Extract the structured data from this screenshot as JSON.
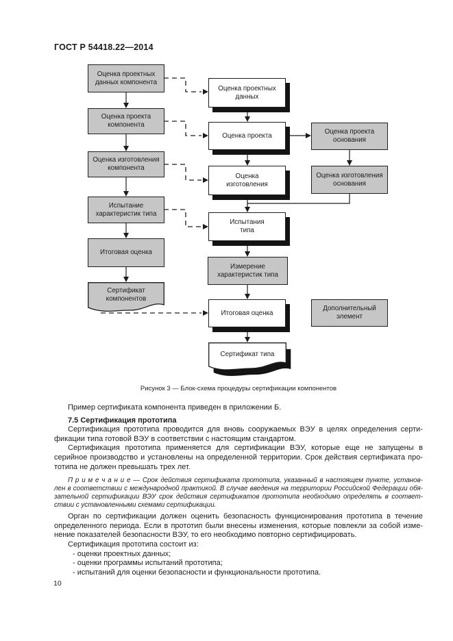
{
  "page": {
    "header": "ГОСТ Р 54418.22—2014",
    "page_number": "10"
  },
  "colors": {
    "box_fill_gray": "#c6c6c6",
    "box_fill_white": "#ffffff",
    "shadow_black": "#141414",
    "line_ink": "#1c1c1c"
  },
  "flow": {
    "l1": "Оценка проектных\nданных компонента",
    "l2": "Оценка проекта\nкомпонента",
    "l3": "Оценка изготовления\nкомпонента",
    "l4": "Испытание\nхарактеристик типа",
    "l5": "Итоговая оценка",
    "l6": "Сертификат\nкомпонентов",
    "m1": "Оценка проектных\nданных",
    "m2": "Оценка проекта",
    "m3": "Оценка\nизготовления",
    "m4": "Испытания\nтипа",
    "m5": "Измерение\nхарактеристик типа",
    "m6": "Итоговая оценка",
    "m7": "Сертификат типа",
    "r1": "Оценка проекта\nоснования",
    "r2": "Оценка изготовления\nоснования",
    "r3": "Дополнительный\nэлемент"
  },
  "figure": {
    "caption": "Рисунок 3 — Блок-схема процедуры сертификации компонентов"
  },
  "content": {
    "intro": "Пример сертификата компонента приведен в приложении Б.",
    "heading": "7.5 Сертификация прототипа",
    "p1": [
      "Сертификация прототипа проводится для вновь сооружаемых ВЭУ в целях определения серти-",
      "фикации типа готовой ВЭУ в соответствии с настоящим стандартом."
    ],
    "p2": [
      "Сертификация прототипа применяется для сертификации ВЭУ, которые еще не запущены в",
      "серийное производство и установлены на определенной территории. Срок действия сертификата про-",
      "тотипа не должен превышать трех лет."
    ],
    "note": [
      "П р и м е ч а н и е — Срок действия сертификата прототипа, указанный в настоящем пункте, установ-",
      "лен в соответствии с международной практикой. В случае введения на территории Российской Федерации обя-",
      "зательной сертификации ВЭУ срок действия сертификатов прототипа необходимо определять в соответ-",
      "ствии с установленными схемами сертификации."
    ],
    "p3": [
      "Орган по сертификации должен оценить безопасность функционирования прототипа в течение",
      "определенного периода. Если в прототип были внесены изменения, которые повлекли за собой изме-",
      "нение показателей безопасности ВЭУ, то его необходимо повторно сертифицировать."
    ],
    "p4": "Сертификация прототипа состоит из:",
    "list": [
      "- оценки проектных данных;",
      "- оценки программы испытаний прототипа;",
      "- испытаний для оценки безопасности и функциональности прототипа."
    ]
  }
}
